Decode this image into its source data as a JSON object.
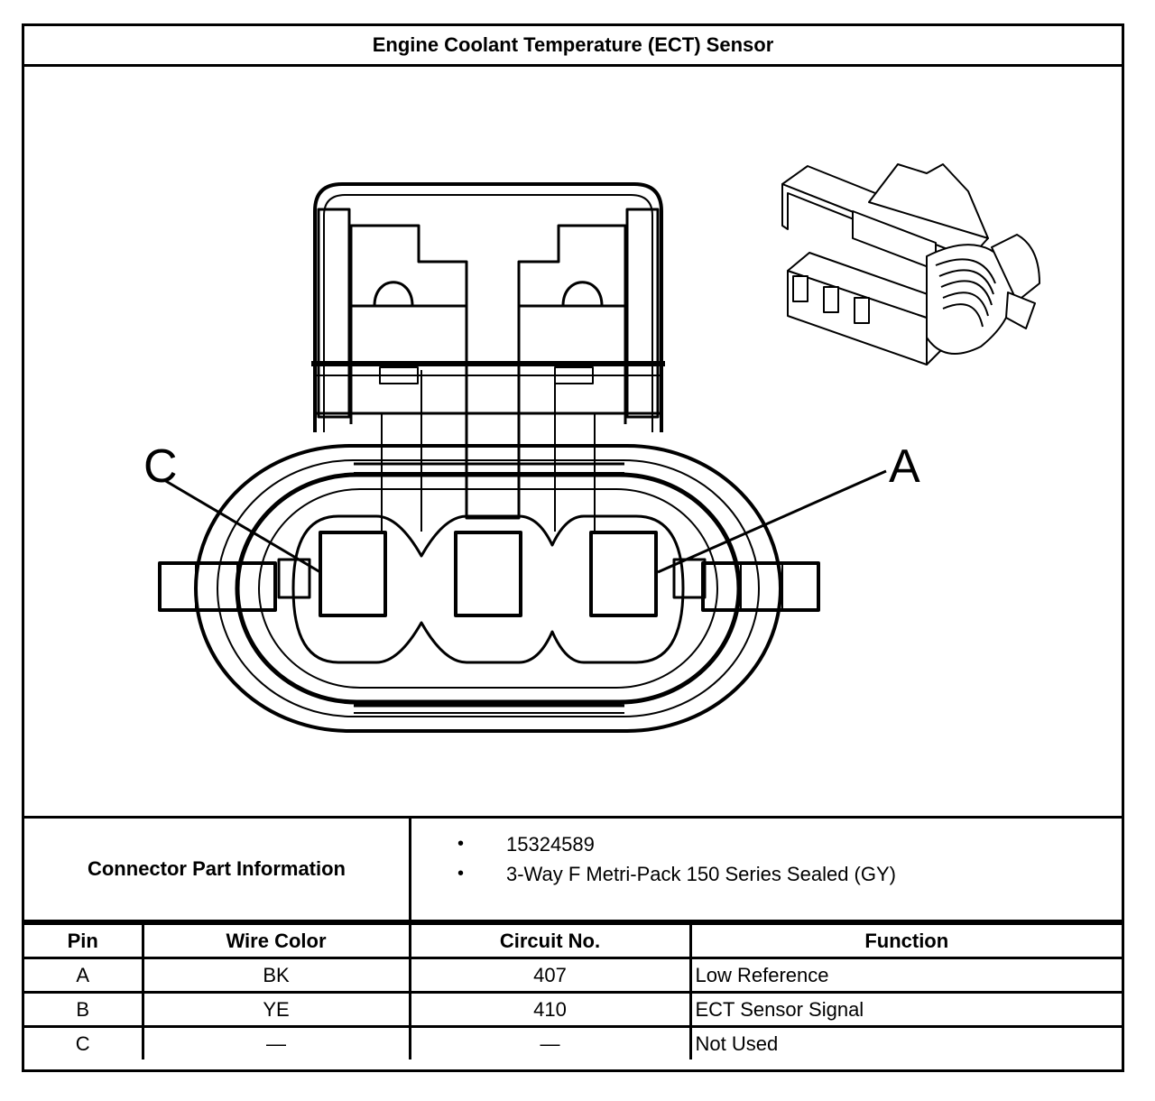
{
  "title": "Engine Coolant Temperature (ECT) Sensor",
  "diagram": {
    "label_c": "C",
    "label_a": "A"
  },
  "part_info": {
    "label": "Connector Part Information",
    "items": [
      "15324589",
      "3-Way F Metri-Pack 150 Series Sealed (GY)"
    ],
    "bullet": "•"
  },
  "table": {
    "headers": [
      "Pin",
      "Wire Color",
      "Circuit No.",
      "Function"
    ],
    "rows": [
      [
        "A",
        "BK",
        "407",
        "Low Reference"
      ],
      [
        "B",
        "YE",
        "410",
        "ECT Sensor Signal"
      ],
      [
        "C",
        "—",
        "—",
        "Not Used"
      ]
    ]
  }
}
